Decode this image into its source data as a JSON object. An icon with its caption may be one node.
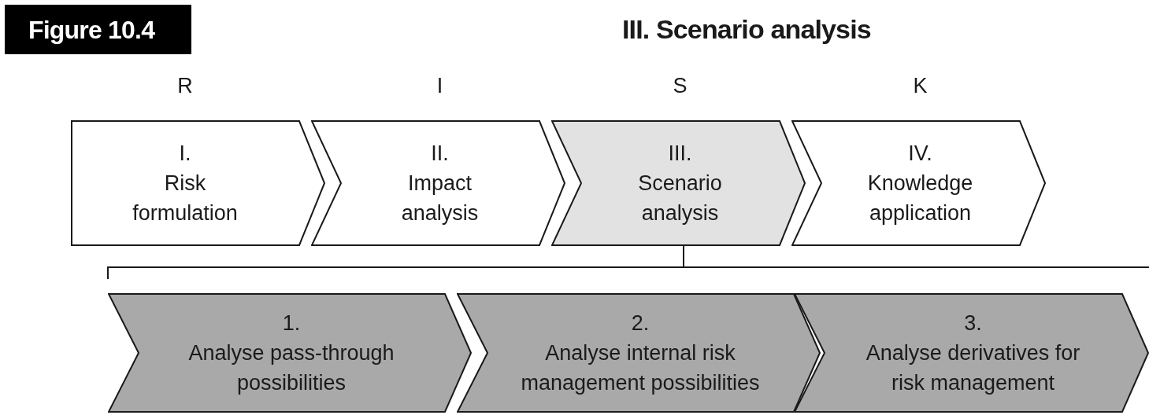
{
  "diagram": {
    "title": "III. Scenario analysis",
    "nodes": [
      {
        "text": [
          "I.",
          "Risk formulation"
        ],
        "beside": [
          "R"
        ]
      },
      {
        "text": [
          "II.",
          "Impact analysis"
        ],
        "beside": [
          "I"
        ]
      },
      {
        "text": [
          "III.",
          "Scenario analysis"
        ],
        "beside": [
          "S"
        ]
      },
      {
        "text": [
          "IV.",
          "Knowledge application"
        ],
        "beside": [
          "K"
        ]
      },
      {
        "text": [
          "1.",
          "Analyse pass-through possibilities"
        ]
      },
      {
        "text": [
          "2.",
          "Analyse internal risk management possibilities"
        ]
      },
      {
        "text": [
          "3.",
          "Analyse derivatives for risk management"
        ]
      }
    ],
    "labels": [
      "Figure 10.4"
    ]
  }
}
